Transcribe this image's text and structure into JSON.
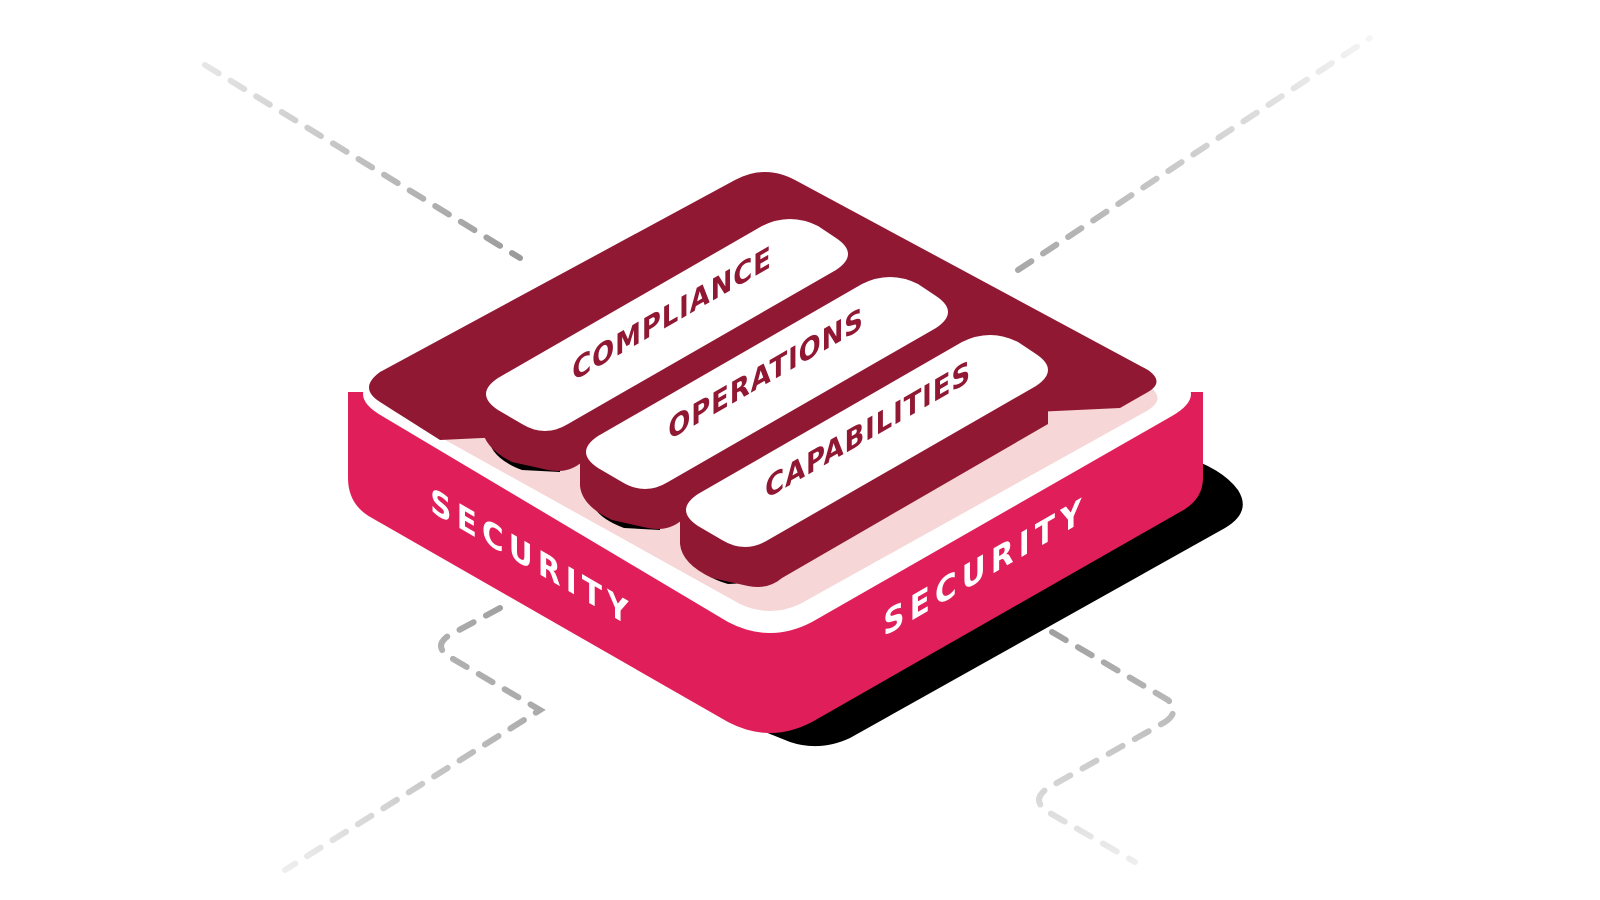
{
  "diagram": {
    "type": "isometric-layer-stack",
    "base_layer": {
      "label_left": "SECURITY",
      "label_right": "SECURITY"
    },
    "blocks": [
      {
        "label": "COMPLIANCE"
      },
      {
        "label": "OPERATIONS"
      },
      {
        "label": "CAPABILITIES"
      }
    ],
    "colors": {
      "platform_side": "#E01E5A",
      "platform_top": "#901833",
      "rim": "#FFFFFF",
      "inner_floor": "#F6D6D6",
      "block_top": "#FFFFFF",
      "block_side": "#901833",
      "block_text": "#901833",
      "side_text": "#FFFFFF",
      "shadow": "#000000",
      "dashed_line": "#B5B5B5"
    },
    "connectors": [
      {
        "name": "top-left-connector"
      },
      {
        "name": "top-right-connector"
      },
      {
        "name": "bottom-left-connector"
      },
      {
        "name": "bottom-right-connector"
      }
    ]
  }
}
